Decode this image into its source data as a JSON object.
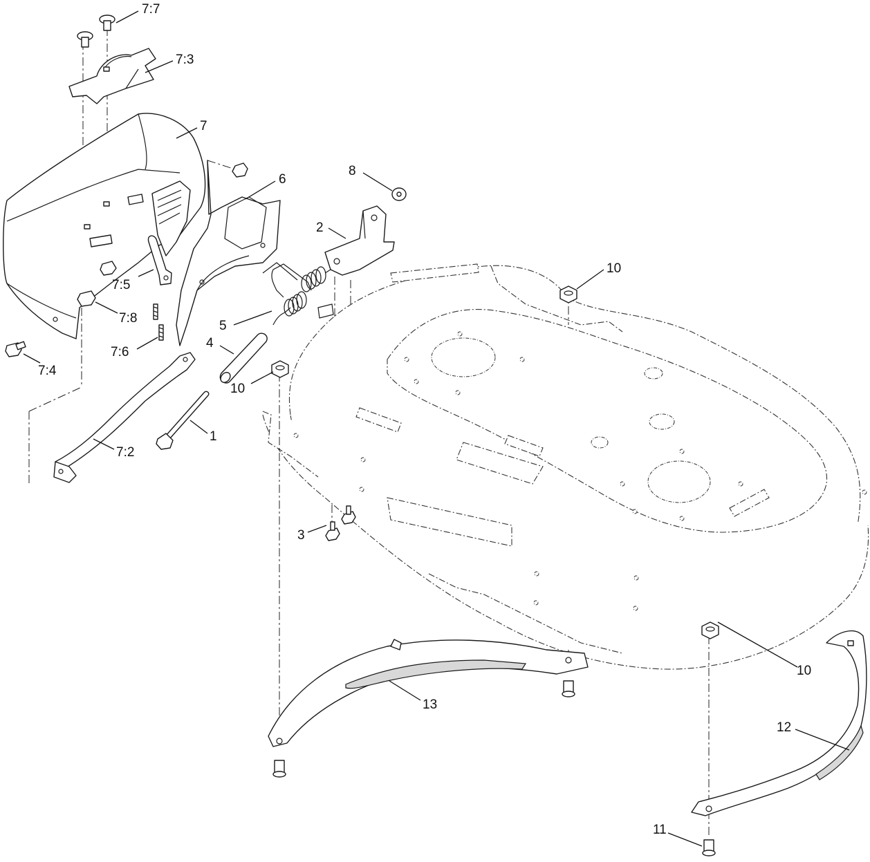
{
  "diagram": {
    "callouts": [
      {
        "id": "c-7-7",
        "text": "7:7"
      },
      {
        "id": "c-7-3",
        "text": "7:3"
      },
      {
        "id": "c-7",
        "text": "7"
      },
      {
        "id": "c-6",
        "text": "6"
      },
      {
        "id": "c-8",
        "text": "8"
      },
      {
        "id": "c-2",
        "text": "2"
      },
      {
        "id": "c-10a",
        "text": "10"
      },
      {
        "id": "c-7-5",
        "text": "7:5"
      },
      {
        "id": "c-7-8",
        "text": "7:8"
      },
      {
        "id": "c-5",
        "text": "5"
      },
      {
        "id": "c-7-6",
        "text": "7:6"
      },
      {
        "id": "c-4",
        "text": "4"
      },
      {
        "id": "c-10b",
        "text": "10"
      },
      {
        "id": "c-7-4",
        "text": "7:4"
      },
      {
        "id": "c-1",
        "text": "1"
      },
      {
        "id": "c-7-2",
        "text": "7:2"
      },
      {
        "id": "c-3",
        "text": "3"
      },
      {
        "id": "c-10c",
        "text": "10"
      },
      {
        "id": "c-13",
        "text": "13"
      },
      {
        "id": "c-12",
        "text": "12"
      },
      {
        "id": "c-11",
        "text": "11"
      }
    ]
  }
}
